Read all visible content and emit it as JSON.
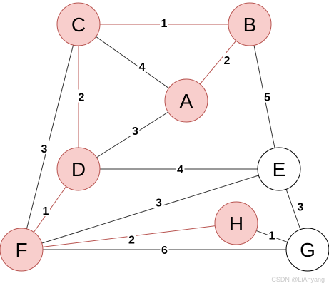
{
  "colors": {
    "highlight_fill": "#f8cecc",
    "highlight_edge": "#b85450",
    "normal_edge": "#333333",
    "node_stroke": "#000000"
  },
  "nodes": [
    {
      "id": "C",
      "label": "C",
      "highlighted": true
    },
    {
      "id": "B",
      "label": "B",
      "highlighted": true
    },
    {
      "id": "A",
      "label": "A",
      "highlighted": true
    },
    {
      "id": "D",
      "label": "D",
      "highlighted": true
    },
    {
      "id": "E",
      "label": "E",
      "highlighted": false
    },
    {
      "id": "H",
      "label": "H",
      "highlighted": true
    },
    {
      "id": "F",
      "label": "F",
      "highlighted": true
    },
    {
      "id": "G",
      "label": "G",
      "highlighted": false
    }
  ],
  "edges": [
    {
      "from": "C",
      "to": "B",
      "weight": "1",
      "highlighted": true
    },
    {
      "from": "C",
      "to": "A",
      "weight": "4",
      "highlighted": false
    },
    {
      "from": "B",
      "to": "A",
      "weight": "2",
      "highlighted": true
    },
    {
      "from": "C",
      "to": "D",
      "weight": "2",
      "highlighted": true
    },
    {
      "from": "B",
      "to": "E",
      "weight": "5",
      "highlighted": false
    },
    {
      "from": "C",
      "to": "F",
      "weight": "3",
      "highlighted": false
    },
    {
      "from": "A",
      "to": "D",
      "weight": "3",
      "highlighted": false
    },
    {
      "from": "D",
      "to": "E",
      "weight": "4",
      "highlighted": false
    },
    {
      "from": "D",
      "to": "F",
      "weight": "1",
      "highlighted": true
    },
    {
      "from": "E",
      "to": "F",
      "weight": "3",
      "highlighted": false
    },
    {
      "from": "E",
      "to": "G",
      "weight": "3",
      "highlighted": false
    },
    {
      "from": "H",
      "to": "G",
      "weight": "1",
      "highlighted": false
    },
    {
      "from": "F",
      "to": "H",
      "weight": "2",
      "highlighted": true
    },
    {
      "from": "F",
      "to": "G",
      "weight": "6",
      "highlighted": false
    }
  ],
  "watermark": "CSDN @LiAnyang"
}
